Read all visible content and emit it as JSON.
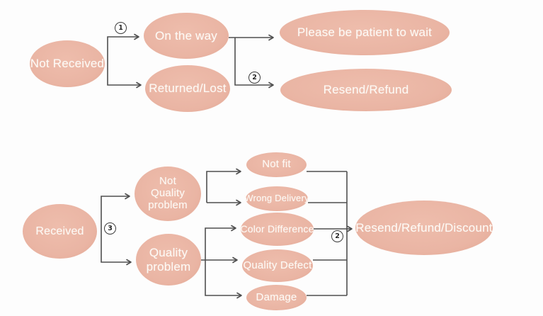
{
  "diagram": {
    "colors": {
      "node_fill": "#eab5a4",
      "node_fill_edge": "#e3a995",
      "node_text": "#fdf9f4",
      "line": "#4f4f4f"
    },
    "nodes": {
      "not_received": "Not Received",
      "on_the_way": "On the way",
      "returned_lost": "Returned/Lost",
      "please_wait": "Please be patient to wait",
      "resend_refund": "Resend/Refund",
      "received": "Received",
      "not_quality_problem": "Not Quality problem",
      "quality_problem": "Quality problem",
      "not_fit": "Not fit",
      "wrong_delivery": "Wrong Delivery",
      "color_difference": "Color Difference",
      "quality_defect": "Quality Defect",
      "damage": "Damage",
      "resend_refund_discount": "Resend/Refund/Discount"
    },
    "steps": {
      "s1": "1",
      "s2_top": "2",
      "s3": "3",
      "s2_bottom": "2"
    }
  }
}
